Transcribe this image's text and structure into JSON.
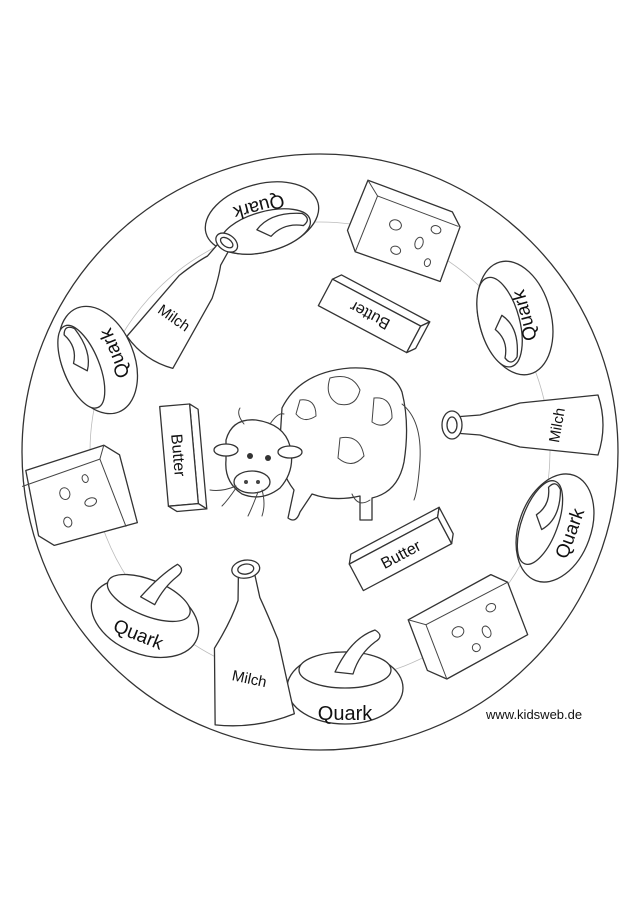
{
  "labels": {
    "quark": "Quark",
    "milch": "Milch",
    "butter": "Butter"
  },
  "credit": "www.kidsweb.de"
}
